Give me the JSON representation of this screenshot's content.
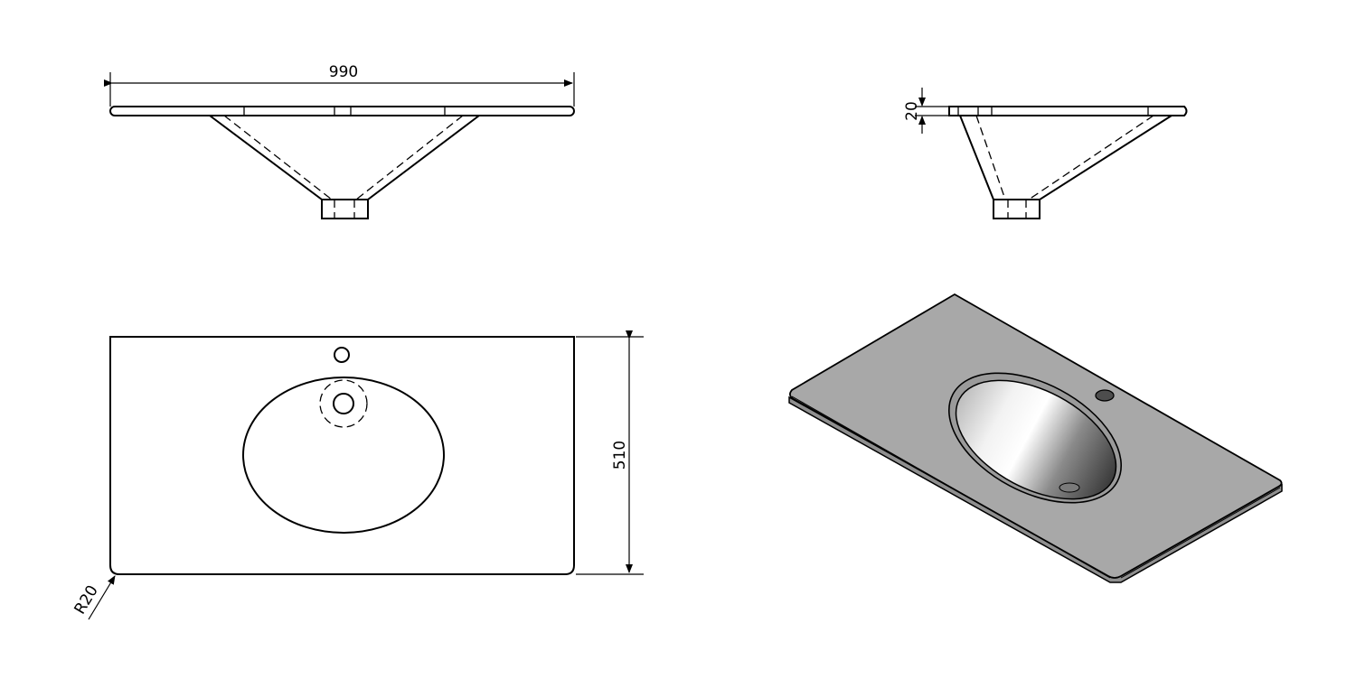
{
  "dimensions": {
    "width": "990",
    "height": "510",
    "thickness": "20",
    "corner_radius": "R20"
  },
  "render": {
    "countertop_color": "#a8a8a8",
    "countertop_edge_color": "#8f8f8f",
    "bowl_light": "#ffffff",
    "bowl_dark": "#4a4a4a",
    "line_color": "#000000"
  }
}
